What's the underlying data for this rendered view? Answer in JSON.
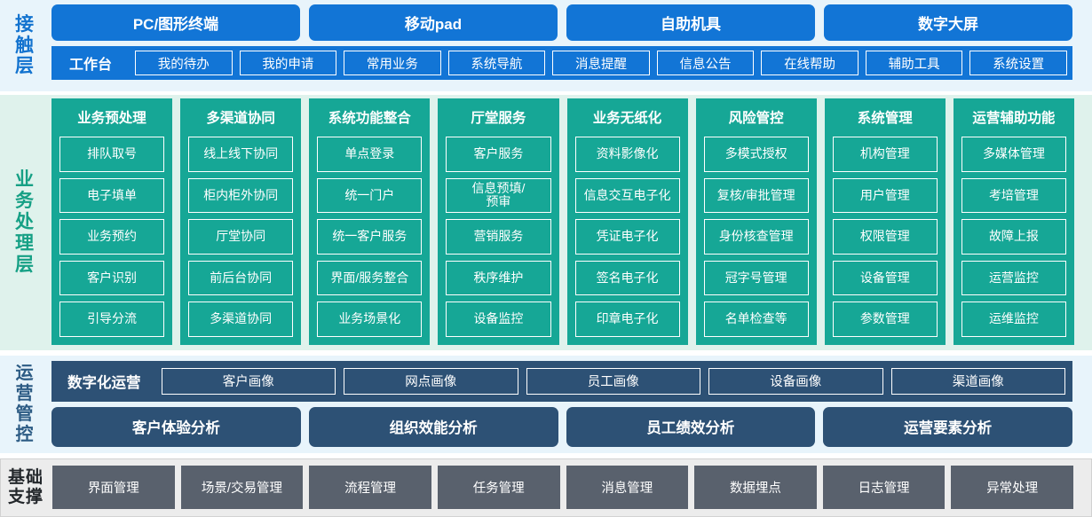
{
  "tiers": {
    "access": {
      "label": "接触层",
      "channels": [
        {
          "label": "PC/图形终端"
        },
        {
          "label": "移动pad"
        },
        {
          "label": "自助机具"
        },
        {
          "label": "数字大屏"
        }
      ],
      "workbench_title": "工作台",
      "workbench_items": [
        {
          "label": "我的待办"
        },
        {
          "label": "我的申请"
        },
        {
          "label": "常用业务"
        },
        {
          "label": "系统导航"
        },
        {
          "label": "消息提醒"
        },
        {
          "label": "信息公告"
        },
        {
          "label": "在线帮助"
        },
        {
          "label": "辅助工具"
        },
        {
          "label": "系统设置"
        }
      ]
    },
    "business": {
      "label": "业务处理层",
      "columns": [
        {
          "title": "业务预处理",
          "items": [
            {
              "label": "排队取号"
            },
            {
              "label": "电子填单"
            },
            {
              "label": "业务预约"
            },
            {
              "label": "客户识别"
            },
            {
              "label": "引导分流"
            }
          ]
        },
        {
          "title": "多渠道协同",
          "items": [
            {
              "label": "线上线下协同"
            },
            {
              "label": "柜内柜外协同"
            },
            {
              "label": "厅堂协同"
            },
            {
              "label": "前后台协同"
            },
            {
              "label": "多渠道协同"
            }
          ]
        },
        {
          "title": "系统功能整合",
          "items": [
            {
              "label": "单点登录"
            },
            {
              "label": "统一门户"
            },
            {
              "label": "统一客户服务"
            },
            {
              "label": "界面/服务整合"
            },
            {
              "label": "业务场景化"
            }
          ]
        },
        {
          "title": "厅堂服务",
          "items": [
            {
              "label": "客户服务"
            },
            {
              "label": "信息预填/\n预审"
            },
            {
              "label": "营销服务"
            },
            {
              "label": "秩序维护"
            },
            {
              "label": "设备监控"
            }
          ]
        },
        {
          "title": "业务无纸化",
          "items": [
            {
              "label": "资料影像化"
            },
            {
              "label": "信息交互电子化"
            },
            {
              "label": "凭证电子化"
            },
            {
              "label": "签名电子化"
            },
            {
              "label": "印章电子化"
            }
          ]
        },
        {
          "title": "风险管控",
          "items": [
            {
              "label": "多模式授权"
            },
            {
              "label": "复核/审批管理"
            },
            {
              "label": "身份核查管理"
            },
            {
              "label": "冠字号管理"
            },
            {
              "label": "名单检查等"
            }
          ]
        },
        {
          "title": "系统管理",
          "items": [
            {
              "label": "机构管理"
            },
            {
              "label": "用户管理"
            },
            {
              "label": "权限管理"
            },
            {
              "label": "设备管理"
            },
            {
              "label": "参数管理"
            }
          ]
        },
        {
          "title": "运营辅助功能",
          "items": [
            {
              "label": "多媒体管理"
            },
            {
              "label": "考培管理"
            },
            {
              "label": "故障上报"
            },
            {
              "label": "运营监控"
            },
            {
              "label": "运维监控"
            }
          ]
        }
      ]
    },
    "ops": {
      "label": "运营管控",
      "portrait_title": "数字化运营",
      "portrait_items": [
        {
          "label": "客户画像"
        },
        {
          "label": "网点画像"
        },
        {
          "label": "员工画像"
        },
        {
          "label": "设备画像"
        },
        {
          "label": "渠道画像"
        }
      ],
      "analysis_items": [
        {
          "label": "客户体验分析"
        },
        {
          "label": "组织效能分析"
        },
        {
          "label": "员工绩效分析"
        },
        {
          "label": "运营要素分析"
        }
      ]
    },
    "base": {
      "label_line1": "基础",
      "label_line2": "支撑",
      "items": [
        {
          "label": "界面管理"
        },
        {
          "label": "场景/交易管理"
        },
        {
          "label": "流程管理"
        },
        {
          "label": "任务管理"
        },
        {
          "label": "消息管理"
        },
        {
          "label": "数据埋点"
        },
        {
          "label": "日志管理"
        },
        {
          "label": "异常处理"
        }
      ]
    }
  },
  "colors": {
    "access_bg": "#e8f4fb",
    "access_accent": "#1275d6",
    "business_bg": "#dff2ec",
    "business_accent": "#16a796",
    "ops_bg": "#e8f4fb",
    "ops_accent": "#2d5175",
    "base_bg": "#ececec",
    "base_accent": "#59616d"
  }
}
